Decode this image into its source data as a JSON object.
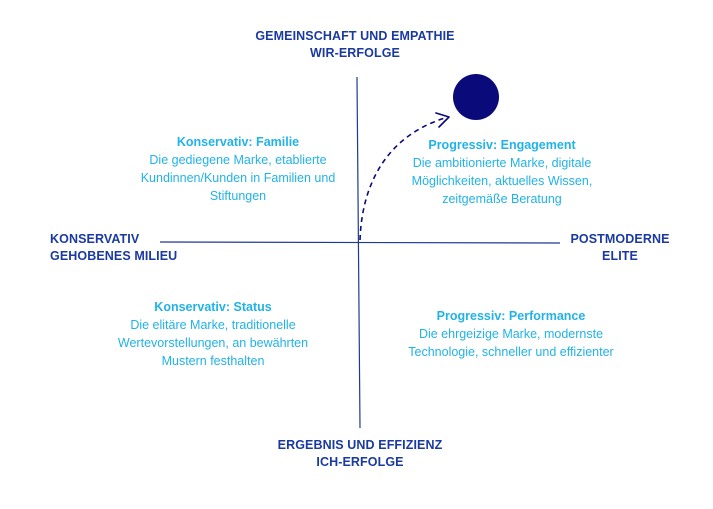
{
  "colors": {
    "axis": "#1f3a93",
    "axis_label": "#1a3aa0",
    "quadrant_text": "#22b3e6",
    "dot": "#0a0a7a",
    "arrow": "#0a0a7a"
  },
  "axes": {
    "top": {
      "line1": "GEMEINSCHAFT UND EMPATHIE",
      "line2": "WIR-ERFOLGE"
    },
    "bottom": {
      "line1": "ERGEBNIS UND EFFIZIENZ",
      "line2": "ICH-ERFOLGE"
    },
    "left": {
      "line1": "KONSERVATIV",
      "line2": "GEHOBENES MILIEU"
    },
    "right": {
      "line1": "POSTMODERNE",
      "line2": "ELITE"
    }
  },
  "quadrants": {
    "top_left": {
      "title": "Konservativ: Familie",
      "lines": [
        "Die gediegene Marke, etablierte",
        "Kundinnen/Kunden in Familien und",
        "Stiftungen"
      ]
    },
    "top_right": {
      "title": "Progressiv: Engagement",
      "lines": [
        "Die ambitionierte Marke, digitale",
        "Möglichkeiten, aktuelles Wissen,",
        "zeitgemäße Beratung"
      ]
    },
    "bottom_left": {
      "title": "Konservativ: Status",
      "lines": [
        "Die elitäre Marke, traditionelle",
        "Wertevorstellungen, an bewährten",
        "Mustern festhalten"
      ]
    },
    "bottom_right": {
      "title": "Progressiv: Performance",
      "lines": [
        "Die ehrgeizige Marke, modernste",
        "Technologie, schneller und effizienter"
      ]
    }
  },
  "markers": {
    "dot_icon": "filled-circle",
    "arrow_icon": "dashed-curved-arrow"
  }
}
